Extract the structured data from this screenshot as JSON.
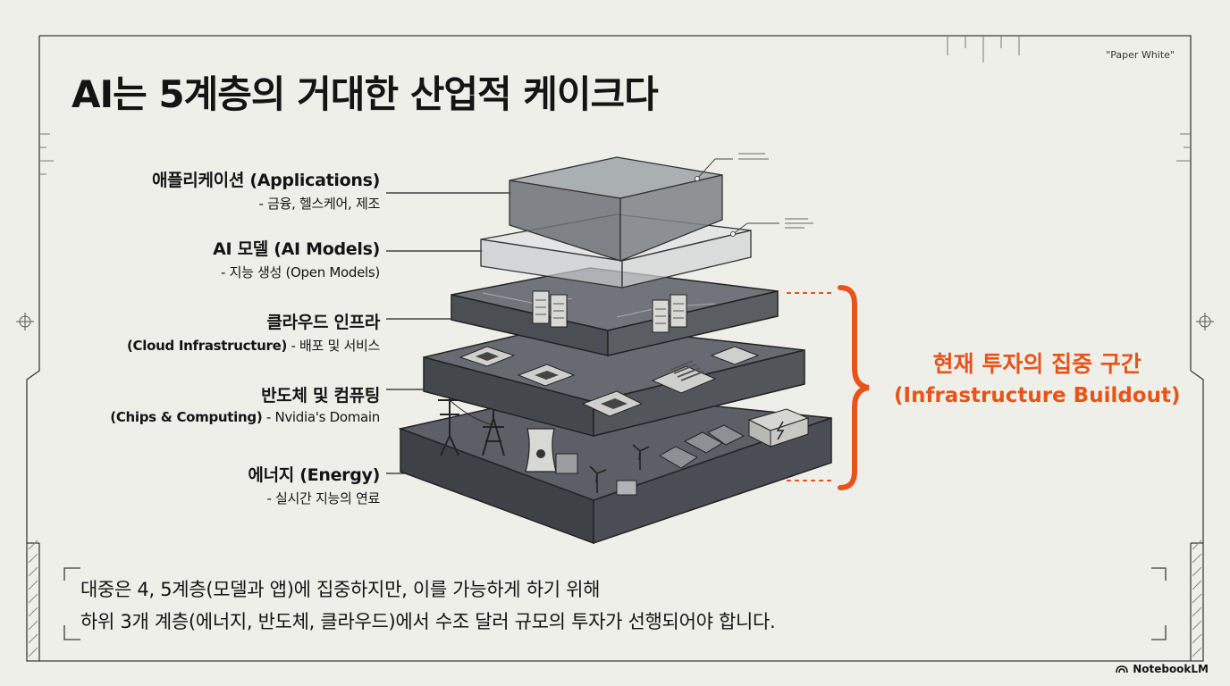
{
  "title": "AI는 5계층의 거대한 산업적 케이크다",
  "style_note": "\"Paper White\"",
  "layers": [
    {
      "name": "애플리케이션 (Applications)",
      "desc": "- 금융, 헬스케어, 제조",
      "desc_bold": ""
    },
    {
      "name": "AI 모델 (AI Models)",
      "desc": "- 지능 생성 (Open Models)",
      "desc_bold": ""
    },
    {
      "name": "클라우드 인프라",
      "desc_bold": "(Cloud Infrastructure)",
      "desc": " - 배포 및 서비스"
    },
    {
      "name": "반도체 및 컴퓨팅",
      "desc_bold": "(Chips & Computing)",
      "desc": " - Nvidia's Domain"
    },
    {
      "name": "에너지 (Energy)",
      "desc": "- 실시간 지능의 연료",
      "desc_bold": ""
    }
  ],
  "focus": {
    "line1": "현재 투자의 집중 구간",
    "line2": "(Infrastructure Buildout)",
    "color": "#e8531a"
  },
  "summary": {
    "line1": "대중은 4, 5계층(모델과 앱)에 집중하지만, 이를 가능하게 하기 위해",
    "line2": "하위 3개 계층(에너지, 반도체, 클라우드)에서 수조 달러 규모의 투자가 선행되어야 합니다."
  },
  "brand": "NotebookLM"
}
